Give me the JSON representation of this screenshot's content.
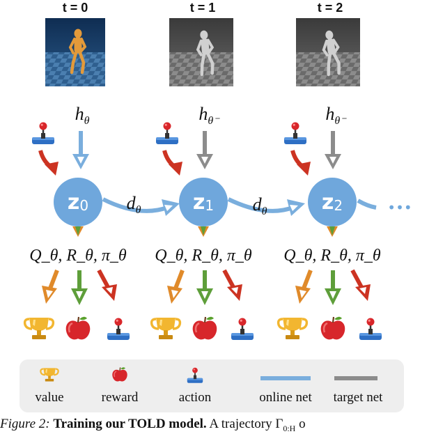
{
  "figure": {
    "timesteps": [
      {
        "label": "t = 0",
        "encoder": "h",
        "encoder_sub": "θ",
        "latent": "z",
        "latent_sub": "0",
        "heads": "Q_θ, R_θ, π_θ"
      },
      {
        "label": "t = 1",
        "encoder": "h",
        "encoder_sub": "θ⁻",
        "latent": "z",
        "latent_sub": "1",
        "heads": "Q_θ, R_θ, π_θ"
      },
      {
        "label": "t = 2",
        "encoder": "h",
        "encoder_sub": "θ⁻",
        "latent": "z",
        "latent_sub": "2",
        "heads": "Q_θ, R_θ, π_θ"
      }
    ],
    "dynamics": {
      "symbol": "d",
      "sub": "θ"
    },
    "ellipsis": "•••",
    "head_parts": {
      "q": "Q",
      "r": "R",
      "pi": "π",
      "theta": "θ",
      "sep": ","
    },
    "legend": {
      "value": "value",
      "reward": "reward",
      "action": "action",
      "online": "online net",
      "target": "target net"
    },
    "colors": {
      "online": "#7aaedd",
      "target": "#8c8c8c",
      "latent": "#6fa7dc",
      "action_arrow": "#cc3322",
      "value_arrow": "#e08a2a",
      "reward_arrow": "#5e9e3a",
      "legend_bg": "#eeeeee"
    }
  },
  "caption": {
    "prefix": "Figure 2:",
    "bold": "Training our TOLD model.",
    "text": "A trajectory Γ",
    "sub": "0:H",
    "tail": "o"
  }
}
